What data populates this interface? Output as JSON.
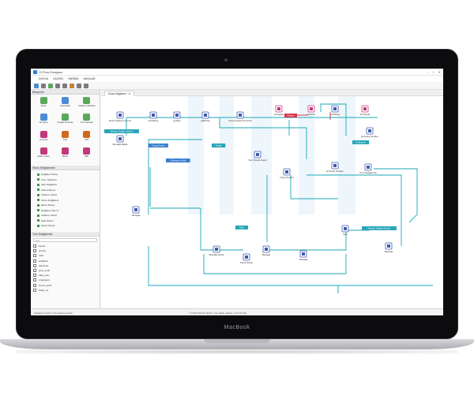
{
  "app": {
    "title": "E-Flow Designer",
    "menu": [
      "DOSYA",
      "DÜZEN",
      "YARDIM",
      "AKIŞLAR"
    ],
    "window_controls": [
      "–",
      "□",
      "✕"
    ]
  },
  "panels": {
    "palette_header": "Bileşenler",
    "palette_items": [
      {
        "label": "Sürec",
        "icon": "process-icon",
        "color": "#5aa85a"
      },
      {
        "label": "Koşul Ekle",
        "icon": "condition-icon",
        "color": "#4b8bd6"
      },
      {
        "label": "Kullanıcı Aktivitesi",
        "icon": "user-activity-icon",
        "color": "#5aa85a"
      },
      {
        "label": "Alt Süreç",
        "icon": "subprocess-icon",
        "color": "#4b8bd6"
      },
      {
        "label": "Koşullu Alt Süreç",
        "icon": "conditional-subprocess-icon",
        "color": "#5aa85a"
      },
      {
        "label": "Tüm Süreçler",
        "icon": "all-processes-icon",
        "color": "#5aa85a"
      },
      {
        "label": "E-Posta",
        "icon": "email-icon",
        "color": "#c2397a"
      },
      {
        "label": "Kod",
        "icon": "code-icon",
        "color": "#d06a1e"
      },
      {
        "label": "API",
        "icon": "api-icon",
        "color": "#d06a1e"
      },
      {
        "label": "Sistem Sürec",
        "icon": "system-process-icon",
        "color": "#c2397a"
      },
      {
        "label": "Birleş",
        "icon": "merge-icon",
        "color": "#c2397a"
      },
      {
        "label": "Bitir",
        "icon": "end-icon",
        "color": "#c2397a"
      }
    ],
    "tree_header": "Süreç Değişkenleri",
    "tree_items": [
      "Değişken Süreç",
      "Form Süreçleri",
      "Alan Değişkeni",
      "Atama Süreci",
      "Kullanıcı Süreç",
      "Görev Değişkeni",
      "Ekran Süreci",
      "Değişken Tanımı",
      "Kullanıcı Süreç",
      "Saat Süreci",
      "Görev Tanımı"
    ],
    "vars_header": "Tüm Değişkenler",
    "vars_search": "Ara",
    "vars_items": [
      "status",
      "priority",
      "tutar",
      "aciklama",
      "dokuman",
      "grup_kodu",
      "talep_turu",
      "onaylayan",
      "sureci_tarihi",
      "belge_no"
    ]
  },
  "editor": {
    "tab_label": "Dosa Sağlama *  ✕",
    "nodes": [
      {
        "label": "Dosa Gelişme Formu",
        "color": "#3e5bb0"
      },
      {
        "label": "setStatus",
        "color": "#3e5bb0"
      },
      {
        "label": "getFile",
        "color": "#3e5bb0"
      },
      {
        "label": "getRules",
        "color": "#3e5bb0"
      },
      {
        "label": "Dosa Kaydet Kontrolü",
        "color": "#3e5bb0"
      },
      {
        "label": "Hesaplar",
        "color": "#c2397a"
      },
      {
        "label": "Sürecin",
        "color": "#c2397a"
      },
      {
        "label": "setStatus",
        "color": "#3e5bb0"
      },
      {
        "label": "Sonlandır",
        "color": "#c2397a"
      },
      {
        "label": "Mesajla Basla",
        "color": "#3e5bb0"
      },
      {
        "label": "E-Posta Gönder",
        "color": "#3e5bb0"
      },
      {
        "label": "Yeni Dosya Kaydı",
        "color": "#3e5bb0"
      },
      {
        "label": "Onay Kontrol",
        "color": "#3e5bb0"
      },
      {
        "label": "E-Posta Gönder",
        "color": "#3e5bb0"
      },
      {
        "label": "Yeni Değişkenler",
        "color": "#3e5bb0"
      },
      {
        "label": "Mesajla",
        "color": "#3e5bb0"
      },
      {
        "label": "Mesajla Alana",
        "color": "#3e5bb0"
      },
      {
        "label": "Dosa Sanla",
        "color": "#3e5bb0"
      },
      {
        "label": "Mesajla",
        "color": "#3e5bb0"
      },
      {
        "label": "Mesajla",
        "color": "#3e5bb0"
      },
      {
        "label": "Eşit",
        "color": "#3e5bb0"
      },
      {
        "label": "Mesajla",
        "color": "#3e5bb0"
      }
    ],
    "tags": [
      {
        "label": "Mektup Tasdiki Gönder",
        "color": "#28a6b8"
      },
      {
        "label": "Dosya Kaydı",
        "color": "#3b7fd0"
      },
      {
        "label": "Teyitle",
        "color": "#28a6b8"
      },
      {
        "label": "Onaylandı",
        "color": "#28a6b8"
      },
      {
        "label": "Sözleşme Geldi",
        "color": "#3b7fd0"
      },
      {
        "label": "Ekle",
        "color": "#28a6b8"
      },
      {
        "label": "Mektup Tasdiki Gönder",
        "color": "#28a6b8"
      },
      {
        "label": "Reddet",
        "color": "#d9344a"
      }
    ]
  },
  "status": {
    "left": "Hatalayıcı Seçim   Yeni kaydet gerekli",
    "center": "© 2019 Netsoft Yazılım. Her hakkı saklıdır. (2.37.01.01)"
  },
  "device": {
    "brand": "MacBook"
  }
}
